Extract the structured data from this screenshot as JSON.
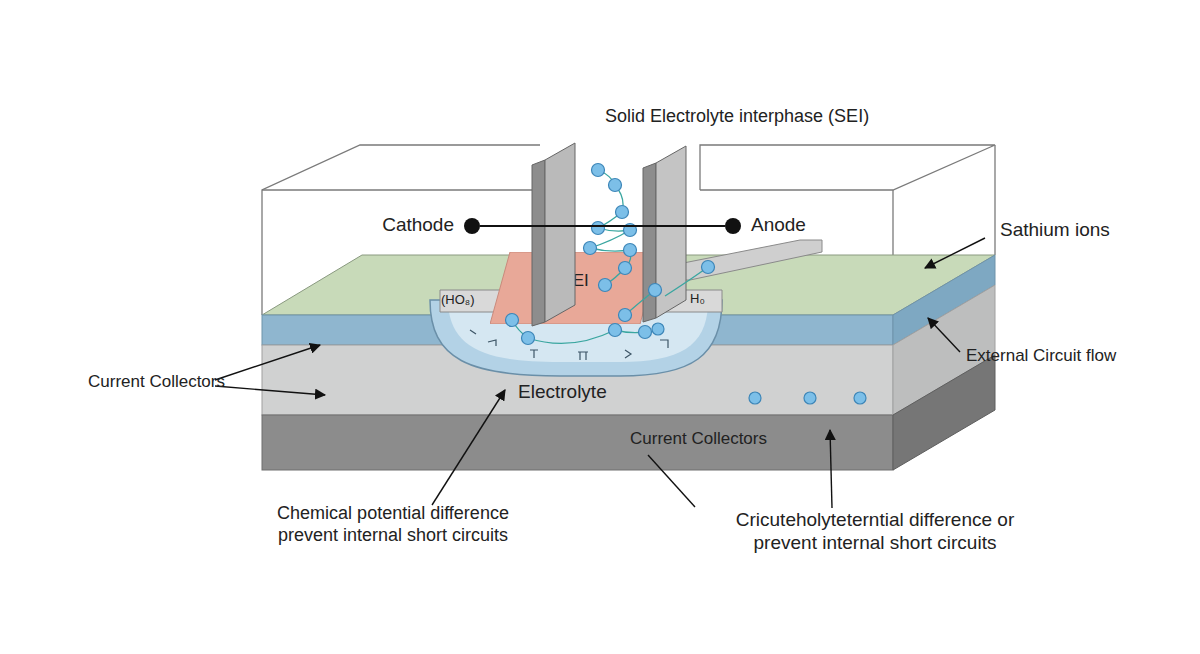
{
  "diagram": {
    "title": "Solid Electrolyte interphase (SEI)",
    "nodes": [
      {
        "text": [
          "Cathode"
        ]
      },
      {
        "text": [
          "Anode"
        ]
      },
      {
        "text": [
          "SEI"
        ]
      }
    ],
    "edges": [
      {
        "from": 0,
        "to": 1,
        "arrow": "none"
      }
    ],
    "labels": [
      "Sathium ions",
      "(HO₈)",
      "H₀",
      "External Circuit flow",
      "Current Collectors",
      "Electrolyte",
      "Current Collectors",
      "Chemical potential difference prevent internal short circuits",
      "Cricuteholyteterntial difference or prevent internal short circuits"
    ]
  }
}
